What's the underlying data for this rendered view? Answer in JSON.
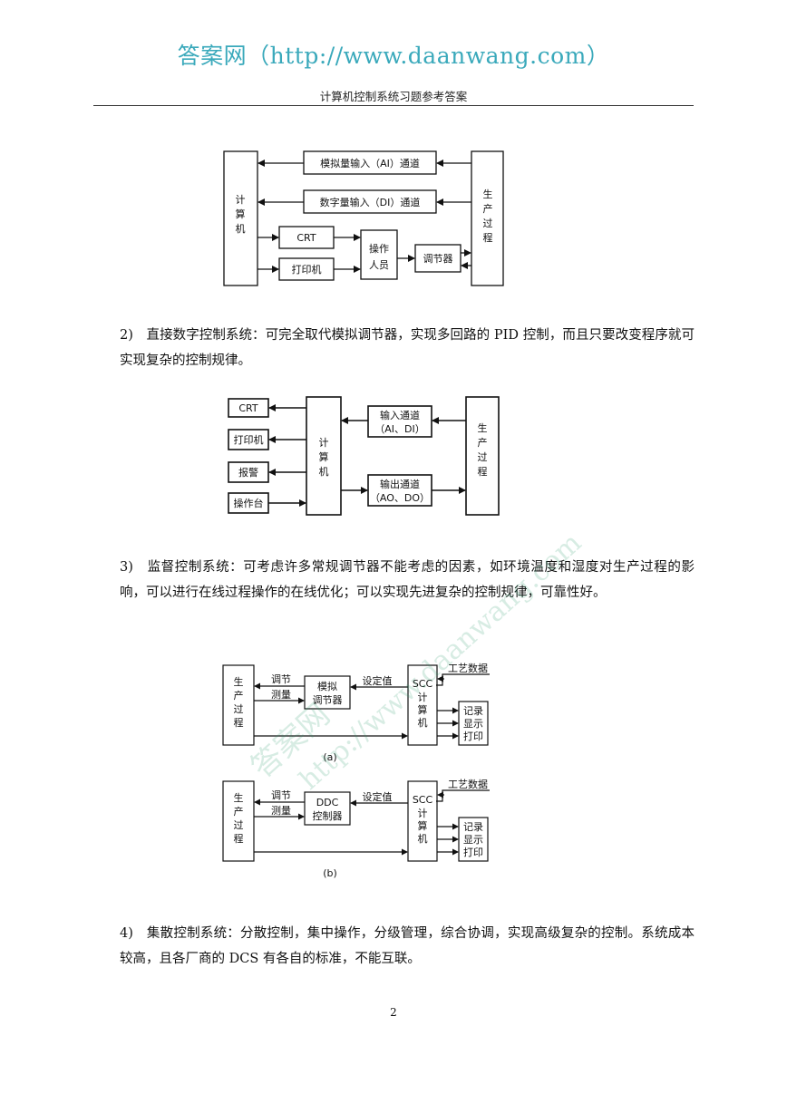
{
  "header": {
    "site": "答案网（http://www.daanwang.com）",
    "subtitle": "计算机控制系统习题参考答案"
  },
  "figure1": {
    "ai_channel": "模拟量输入（AI）通道",
    "di_channel": "数字量输入（DI）通道",
    "computer": [
      "计",
      "算",
      "机"
    ],
    "crt": "CRT",
    "printer": "打印机",
    "operator": [
      "操作",
      "人员"
    ],
    "regulator": "调节器",
    "process": [
      "生",
      "产",
      "过",
      "程"
    ]
  },
  "para2": "2)　直接数字控制系统：可完全取代模拟调节器，实现多回路的 PID 控制，而且只要改变程序就可实现复杂的控制规律。",
  "figure2": {
    "crt": "CRT",
    "printer": "打印机",
    "alarm": "报警",
    "console": "操作台",
    "computer": [
      "计",
      "算",
      "机"
    ],
    "input_channel": [
      "输入通道",
      "（AI、DI）"
    ],
    "output_channel": [
      "输出通道",
      "（AO、DO）"
    ],
    "process": [
      "生",
      "产",
      "过",
      "程"
    ]
  },
  "para3": "3)　监督控制系统：可考虑许多常规调节器不能考虑的因素，如环境温度和湿度对生产过程的影响，可以进行在线过程操作的在线优化；可以实现先进复杂的控制规律，可靠性好。",
  "figure3a": {
    "process": [
      "生",
      "产",
      "过",
      "程"
    ],
    "adjust": "调节",
    "measure": "测量",
    "controller": [
      "模拟",
      "调节器"
    ],
    "setpoint": "设定值",
    "scc": [
      "SCC",
      "计",
      "算",
      "机"
    ],
    "process_data": "工艺数据",
    "record": [
      "记录",
      "显示",
      "打印"
    ],
    "caption": "(a)"
  },
  "figure3b": {
    "process": [
      "生",
      "产",
      "过",
      "程"
    ],
    "adjust": "调节",
    "measure": "测量",
    "controller": [
      "DDC",
      "控制器"
    ],
    "setpoint": "设定值",
    "scc": [
      "SCC",
      "计",
      "算",
      "机"
    ],
    "process_data": "工艺数据",
    "record": [
      "记录",
      "显示",
      "打印"
    ],
    "caption": "(b)"
  },
  "para4": "4)　集散控制系统：分散控制，集中操作，分级管理，综合协调，实现高级复杂的控制。系统成本较高，且各厂商的 DCS 有各自的标准，不能互联。",
  "page_number": "2",
  "watermark": {
    "line1": "答案网",
    "line2": "http://www.daanwang.com"
  }
}
